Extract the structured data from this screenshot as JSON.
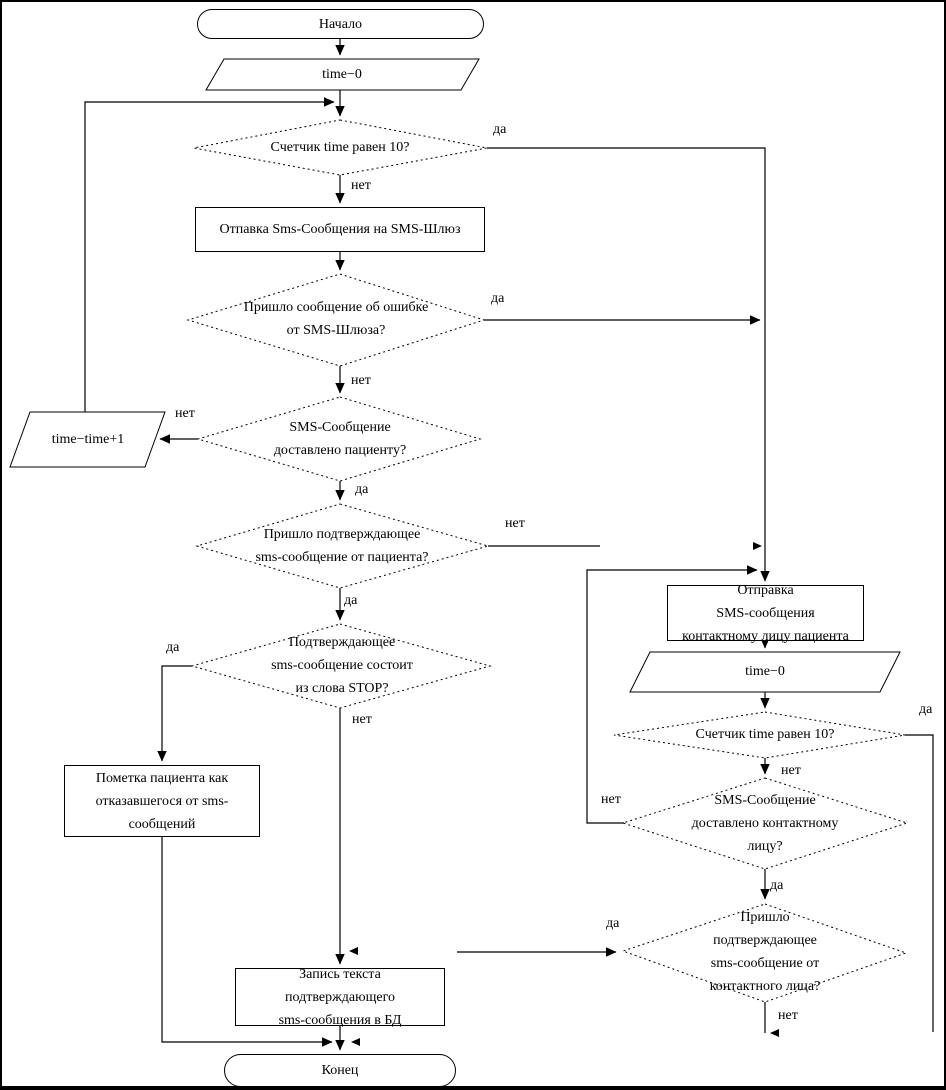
{
  "flowchart": {
    "nodes": {
      "start": {
        "type": "terminator",
        "label": "Начало"
      },
      "init_time": {
        "type": "io",
        "label": "time−0"
      },
      "check_counter": {
        "type": "decision",
        "label": "Счетчик time равен 10?"
      },
      "send_sms_gateway": {
        "type": "process",
        "label": "Отпавка Sms-Сообщения на SMS-Шлюз"
      },
      "error_from_gateway": {
        "type": "decision",
        "label": "Пришло сообщение об ошибке\nот SMS-Шлюза?"
      },
      "delivered_to_patient": {
        "type": "decision",
        "label": "SMS-Сообщение\nдоставлено пациенту?"
      },
      "increment_time": {
        "type": "io",
        "label": "time−time+1"
      },
      "confirmation_from_patient": {
        "type": "decision",
        "label": "Пришло подтверждающее\nsms-сообщение от пациента?"
      },
      "is_stop_word": {
        "type": "decision",
        "label": "Подтверждающее\nsms-сообщение состоит\nиз слова STOP?"
      },
      "mark_patient_optout": {
        "type": "process",
        "label": "Пометка пациента как\nотказавшегося от sms-\nсообщений"
      },
      "save_confirmation_db": {
        "type": "process",
        "label": "Запись текста\nподтверждающего\nsms-сообщения в БД"
      },
      "end": {
        "type": "terminator",
        "label": "Конец"
      },
      "send_sms_contact": {
        "type": "process",
        "label": "Отправка\nSMS-сообщения\nконтактному лицу пациента"
      },
      "init_time_contact": {
        "type": "io",
        "label": "time−0"
      },
      "check_counter_contact": {
        "type": "decision",
        "label": "Счетчик time равен 10?"
      },
      "delivered_to_contact": {
        "type": "decision",
        "label": "SMS-Сообщение\nдоставлено контактному\nлицу?"
      },
      "confirmation_from_contact": {
        "type": "decision",
        "label": "Пришло\nподтверждающее\nsms-сообщение от\nконтактного лица?"
      }
    },
    "edge_labels": {
      "counter_yes": "да",
      "counter_no": "нет",
      "error_yes": "да",
      "error_no": "нет",
      "delivered_patient_no": "нет",
      "delivered_patient_yes": "да",
      "confirm_patient_no": "нет",
      "confirm_patient_yes": "да",
      "stop_yes": "да",
      "stop_no": "нет",
      "counter_contact_yes": "да",
      "counter_contact_no": "нет",
      "delivered_contact_no": "нет",
      "delivered_contact_yes": "да",
      "confirm_contact_yes": "да",
      "confirm_contact_no": "нет"
    },
    "colors": {
      "line": "#000000",
      "background": "#ffffff"
    }
  }
}
